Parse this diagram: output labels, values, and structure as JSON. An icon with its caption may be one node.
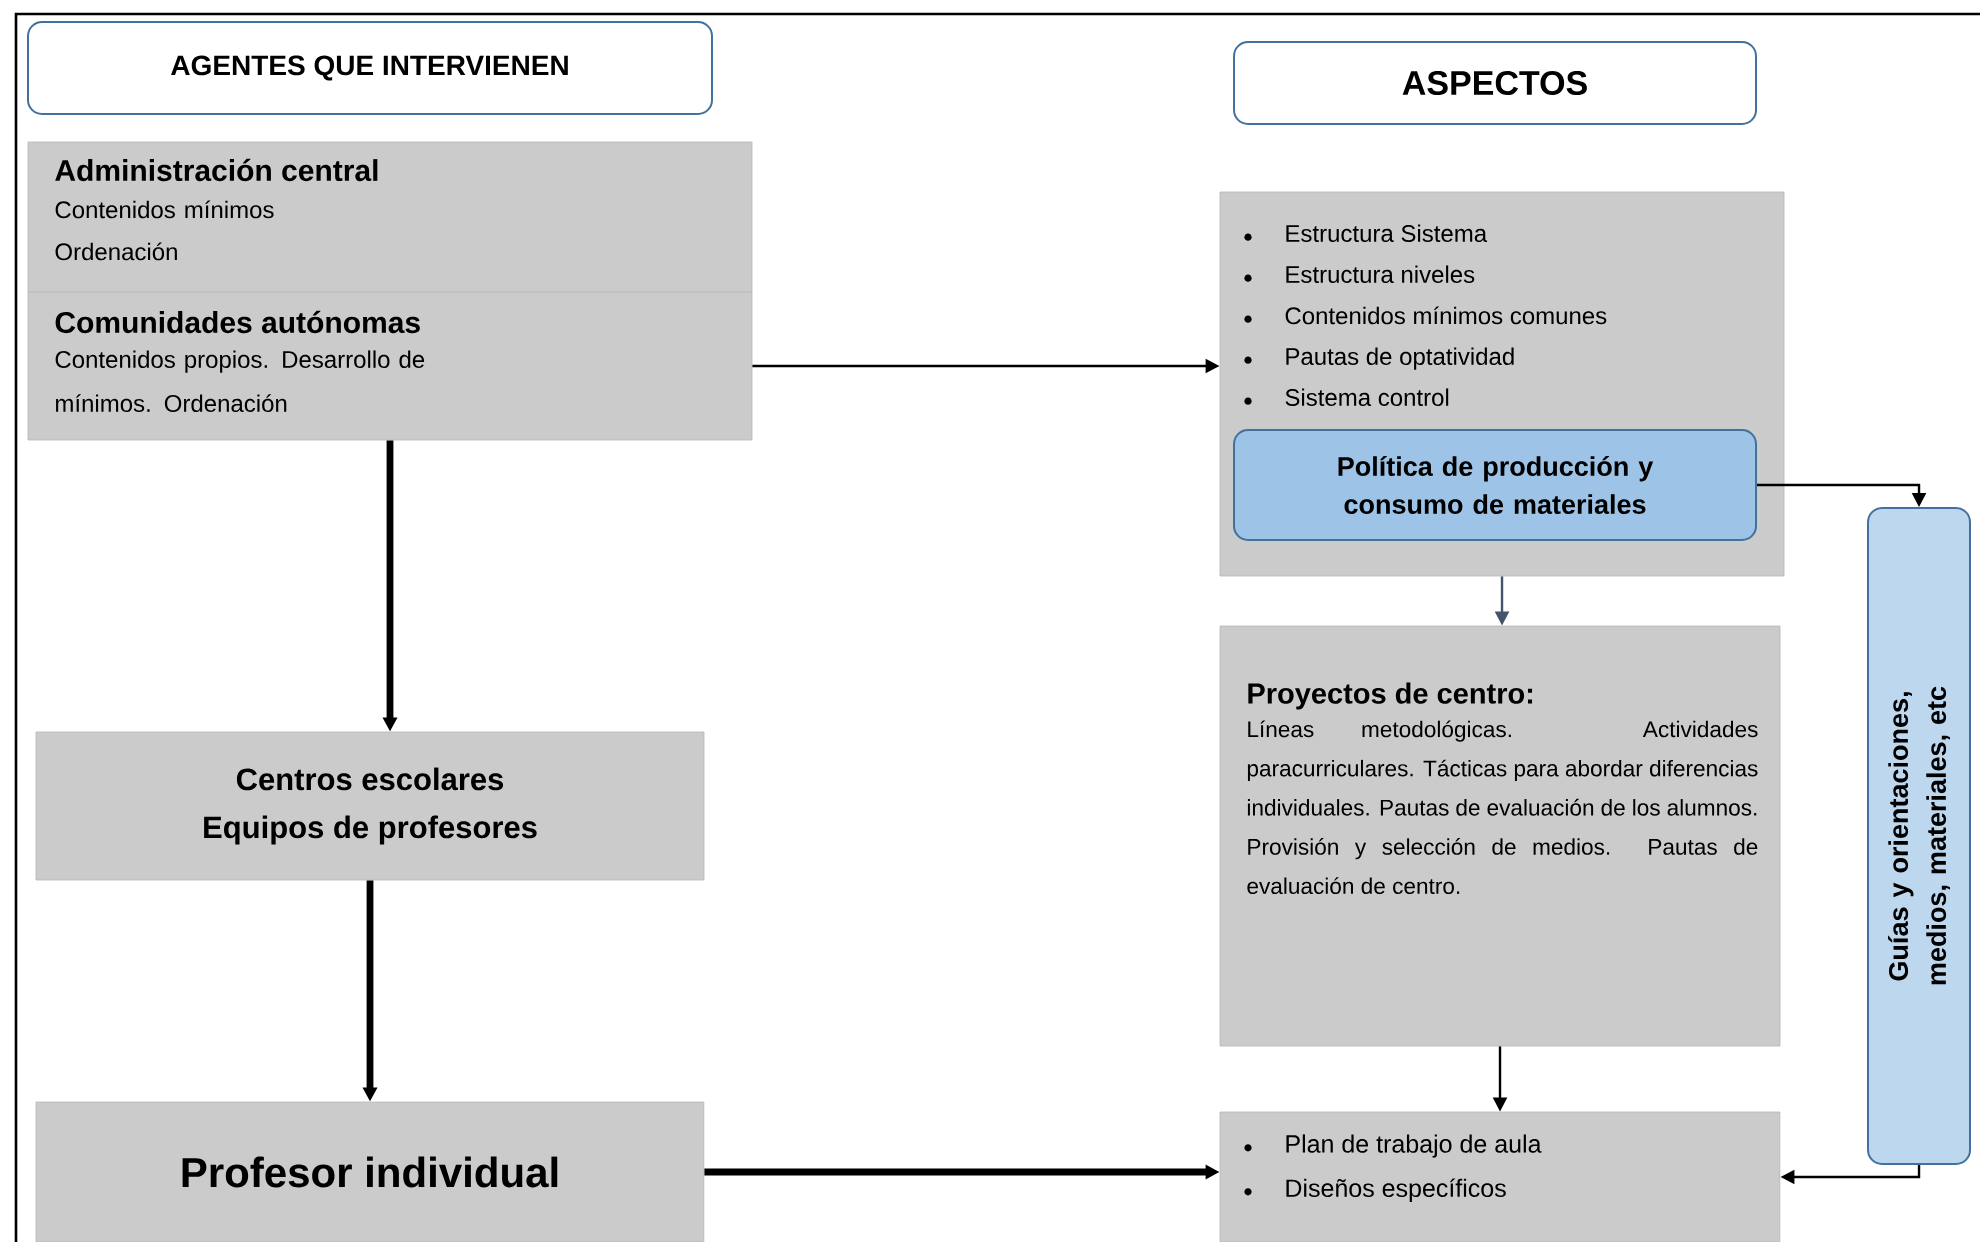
{
  "diagram": {
    "nodes": [
      {
        "text": [
          "AGENTES QUE INTERVIENEN"
        ]
      },
      {
        "text": [
          "ASPECTOS"
        ]
      },
      {
        "text": [
          "Administración central",
          "Contenidos mínimos Ordenación"
        ]
      },
      {
        "text": [
          "Comunidades autónomas",
          "Contenidos propios. Desarrollo de mínimos. Ordenación"
        ]
      },
      {
        "text": [
          "Estructura Sistema",
          "Estructura niveles",
          "Contenidos mínimos comunes",
          "Pautas de optatividad",
          "Sistema control"
        ]
      },
      {
        "text": [
          "Política de producción y consumo de materiales"
        ],
        "in": 4
      },
      {
        "text": [
          "Centros escolares",
          "Equipos de profesores"
        ]
      },
      {
        "text": [
          "Proyectos de centro:",
          "Líneas metodológicas. Actividades paracurriculares. Tácticas para abordar diferencias individuales. Pautas de evaluación de los alumnos. Provisión y selección de medios. Pautas de evaluación de centro."
        ]
      },
      {
        "text": [
          "Profesor individual"
        ]
      },
      {
        "text": [
          "Plan de trabajo de aula",
          "Diseños específicos"
        ]
      },
      {
        "text": [
          "Guías y orientaciones, medios, materiales, etc"
        ]
      }
    ],
    "edges": [
      {
        "from": 3,
        "to": 4,
        "arrow": "to"
      },
      {
        "from": 3,
        "to": 6,
        "arrow": "to",
        "style": "thick"
      },
      {
        "from": 6,
        "to": 8,
        "arrow": "to",
        "style": "thick"
      },
      {
        "from": 8,
        "to": 9,
        "arrow": "to",
        "style": "thick"
      },
      {
        "from": 4,
        "to": 7,
        "arrow": "to",
        "color": "#44546a"
      },
      {
        "from": 7,
        "to": 9,
        "arrow": "to"
      },
      {
        "from": 5,
        "to": 10,
        "arrow": "to"
      },
      {
        "from": 10,
        "to": 9,
        "arrow": "to"
      }
    ]
  }
}
